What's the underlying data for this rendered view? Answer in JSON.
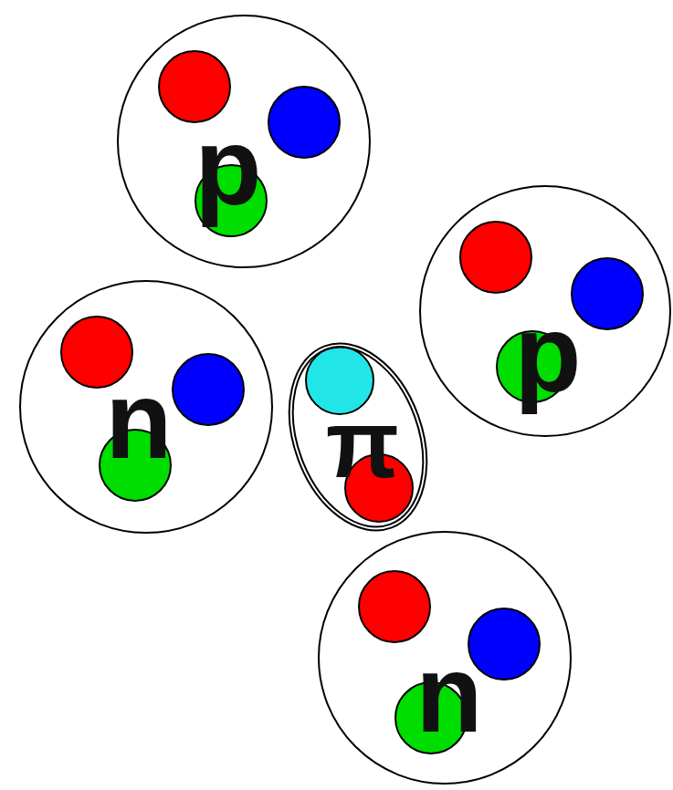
{
  "diagram": {
    "nodes": [
      {
        "text": [
          "p"
        ]
      },
      {
        "text": [
          "p"
        ]
      },
      {
        "text": [
          "n"
        ]
      },
      {
        "text": [
          "π"
        ]
      },
      {
        "text": [
          "n"
        ]
      }
    ]
  }
}
